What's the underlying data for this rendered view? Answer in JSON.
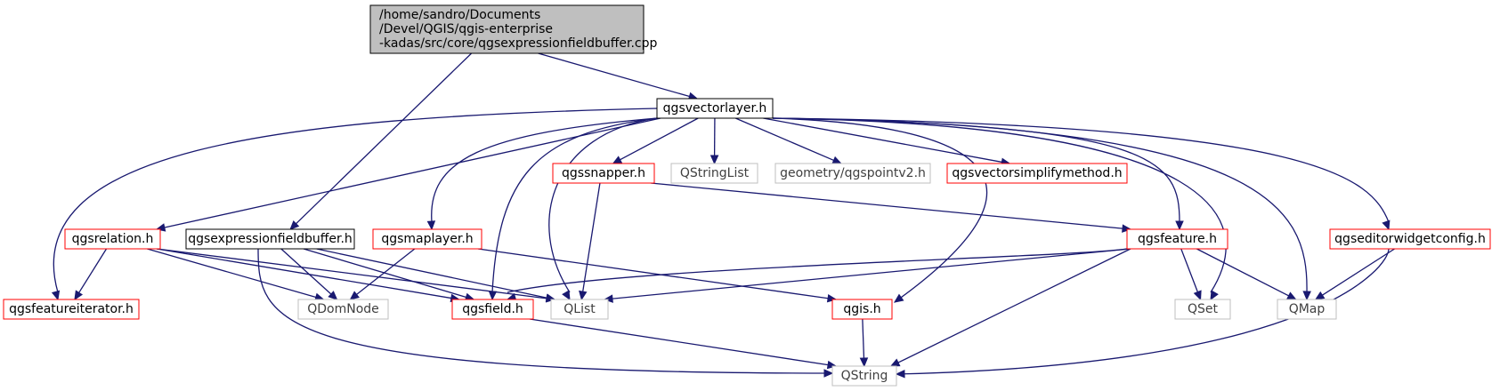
{
  "colors": {
    "edge": "#191970",
    "border_black": "#000000",
    "border_red": "#ff0000",
    "border_gray": "#bfbfbf",
    "root_fill": "#bfbfbf",
    "text": "#000000"
  },
  "nodes": {
    "root": {
      "lines": [
        "/home/sandro/Documents",
        "/Devel/QGIS/qgis-enterprise",
        "-kadas/src/core/qgsexpressionfieldbuffer.cpp"
      ],
      "style": "root"
    },
    "qgsvectorlayer": {
      "lines": [
        "qgsvectorlayer.h"
      ],
      "style": "black"
    },
    "qgsexpressionfieldbuffer": {
      "lines": [
        "qgsexpressionfieldbuffer.h"
      ],
      "style": "black"
    },
    "qgsrelation": {
      "lines": [
        "qgsrelation.h"
      ],
      "style": "red"
    },
    "qgsmaplayer": {
      "lines": [
        "qgsmaplayer.h"
      ],
      "style": "red"
    },
    "qgssnapper": {
      "lines": [
        "qgssnapper.h"
      ],
      "style": "red"
    },
    "qstringlist": {
      "lines": [
        "QStringList"
      ],
      "style": "gray"
    },
    "qgspointv2": {
      "lines": [
        "geometry/qgspointv2.h"
      ],
      "style": "gray"
    },
    "qgsvectorsimplifymethod": {
      "lines": [
        "qgsvectorsimplifymethod.h"
      ],
      "style": "red"
    },
    "qgsfeature": {
      "lines": [
        "qgsfeature.h"
      ],
      "style": "red"
    },
    "qgseditorwidgetconfig": {
      "lines": [
        "qgseditorwidgetconfig.h"
      ],
      "style": "red"
    },
    "qgsfeatureiterator": {
      "lines": [
        "qgsfeatureiterator.h"
      ],
      "style": "red"
    },
    "qdomnode": {
      "lines": [
        "QDomNode"
      ],
      "style": "gray"
    },
    "qgsfield": {
      "lines": [
        "qgsfield.h"
      ],
      "style": "red"
    },
    "qlist": {
      "lines": [
        "QList"
      ],
      "style": "gray"
    },
    "qgis": {
      "lines": [
        "qgis.h"
      ],
      "style": "red"
    },
    "qset": {
      "lines": [
        "QSet"
      ],
      "style": "gray"
    },
    "qmap": {
      "lines": [
        "QMap"
      ],
      "style": "gray"
    },
    "qstring": {
      "lines": [
        "QString"
      ],
      "style": "gray"
    }
  },
  "edges": [
    [
      "root",
      "qgsvectorlayer"
    ],
    [
      "root",
      "qgsexpressionfieldbuffer"
    ],
    [
      "qgsvectorlayer",
      "qgsfeatureiterator"
    ],
    [
      "qgsvectorlayer",
      "qgsrelation"
    ],
    [
      "qgsvectorlayer",
      "qgsmaplayer"
    ],
    [
      "qgsvectorlayer",
      "qgsfield"
    ],
    [
      "qgsvectorlayer",
      "qlist"
    ],
    [
      "qgsvectorlayer",
      "qgssnapper"
    ],
    [
      "qgsvectorlayer",
      "qstringlist"
    ],
    [
      "qgsvectorlayer",
      "qgspointv2"
    ],
    [
      "qgsvectorlayer",
      "qgsvectorsimplifymethod"
    ],
    [
      "qgsvectorlayer",
      "qgis"
    ],
    [
      "qgsvectorlayer",
      "qgsfeature"
    ],
    [
      "qgsvectorlayer",
      "qset"
    ],
    [
      "qgsvectorlayer",
      "qmap"
    ],
    [
      "qgsvectorlayer",
      "qgseditorwidgetconfig"
    ],
    [
      "qgsrelation",
      "qgsfeatureiterator"
    ],
    [
      "qgsrelation",
      "qdomnode"
    ],
    [
      "qgsrelation",
      "qgsfield"
    ],
    [
      "qgsrelation",
      "qlist"
    ],
    [
      "qgsexpressionfieldbuffer",
      "qdomnode"
    ],
    [
      "qgsexpressionfieldbuffer",
      "qgsfield"
    ],
    [
      "qgsexpressionfieldbuffer",
      "qlist"
    ],
    [
      "qgsexpressionfieldbuffer",
      "qstring"
    ],
    [
      "qgsmaplayer",
      "qdomnode"
    ],
    [
      "qgsmaplayer",
      "qgis"
    ],
    [
      "qgssnapper",
      "qlist"
    ],
    [
      "qgssnapper",
      "qgsfeature"
    ],
    [
      "qgsfeature",
      "qgsfield"
    ],
    [
      "qgsfeature",
      "qlist"
    ],
    [
      "qgsfeature",
      "qset"
    ],
    [
      "qgsfeature",
      "qmap"
    ],
    [
      "qgsfeature",
      "qstring"
    ],
    [
      "qgseditorwidgetconfig",
      "qmap"
    ],
    [
      "qgseditorwidgetconfig",
      "qstring"
    ],
    [
      "qgsfield",
      "qstring"
    ],
    [
      "qgis",
      "qstring"
    ]
  ]
}
